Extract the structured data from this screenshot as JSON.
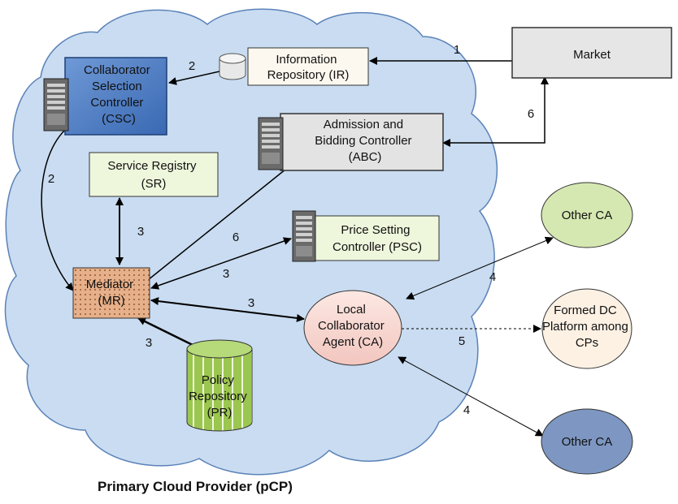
{
  "caption": "Primary Cloud Provider (pCP)",
  "nodes": {
    "market": {
      "lines": [
        "Market"
      ]
    },
    "ir": {
      "lines": [
        "Information",
        "Repository (IR)"
      ]
    },
    "csc": {
      "lines": [
        "Collaborator",
        "Selection",
        "Controller",
        "(CSC)"
      ]
    },
    "abc": {
      "lines": [
        "Admission and",
        "Bidding Controller",
        "(ABC)"
      ]
    },
    "sr": {
      "lines": [
        "Service Registry",
        "(SR)"
      ]
    },
    "psc": {
      "lines": [
        "Price Setting",
        "Controller (PSC)"
      ]
    },
    "mr": {
      "lines": [
        "Mediator",
        "(MR)"
      ]
    },
    "ca": {
      "lines": [
        "Local",
        "Collaborator",
        "Agent (CA)"
      ]
    },
    "pr": {
      "lines": [
        "Policy",
        "Repository",
        "(PR)"
      ]
    },
    "other_ca_top": {
      "lines": [
        "Other CA"
      ]
    },
    "formed_dc": {
      "lines": [
        "Formed DC",
        "Platform among",
        "CPs"
      ]
    },
    "other_ca_bottom": {
      "lines": [
        "Other CA"
      ]
    }
  },
  "edge_labels": {
    "market_ir": "1",
    "ir_csc": "2",
    "market_abc": "6",
    "csc_mr": "2",
    "sr_mr": "3",
    "mr_abc": "6",
    "mr_psc": "3",
    "mr_ca": "3",
    "mr_pr": "3",
    "ca_other_top": "4",
    "ca_formed": "5",
    "ca_other_bottom": "4"
  },
  "colors": {
    "cloud": "#c9dcf1",
    "csc": "#4a7bc4",
    "abc": "#e3e3e3",
    "market": "#e6e6e6",
    "mr": "#e6b08a",
    "ca": "#f9dcd6",
    "sr": "#eef6dc",
    "psc": "#eef6dc",
    "ir": "#fdf8ef",
    "pr": "#9bc64f",
    "other_ca_top": "#d6e8b1",
    "formed_dc": "#fdf1e4",
    "other_ca_bottom": "#7d97c2"
  }
}
